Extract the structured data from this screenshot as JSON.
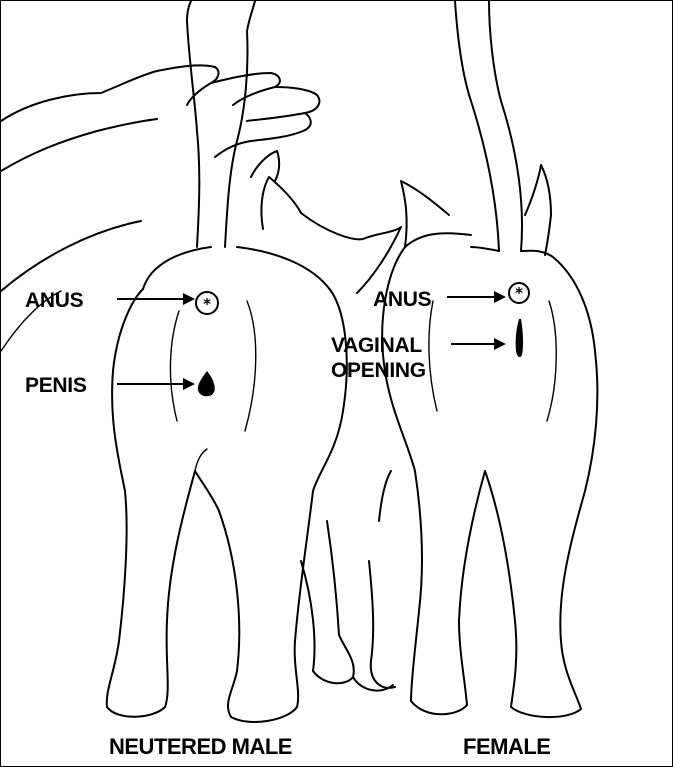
{
  "labels": {
    "male_anus": "ANUS",
    "male_penis": "PENIS",
    "female_anus": "ANUS",
    "female_vaginal_line1": "VAGINAL",
    "female_vaginal_line2": "OPENING"
  },
  "captions": {
    "left": "NEUTERED MALE",
    "right": "FEMALE"
  },
  "symbols": {
    "anus_mark": "*"
  }
}
